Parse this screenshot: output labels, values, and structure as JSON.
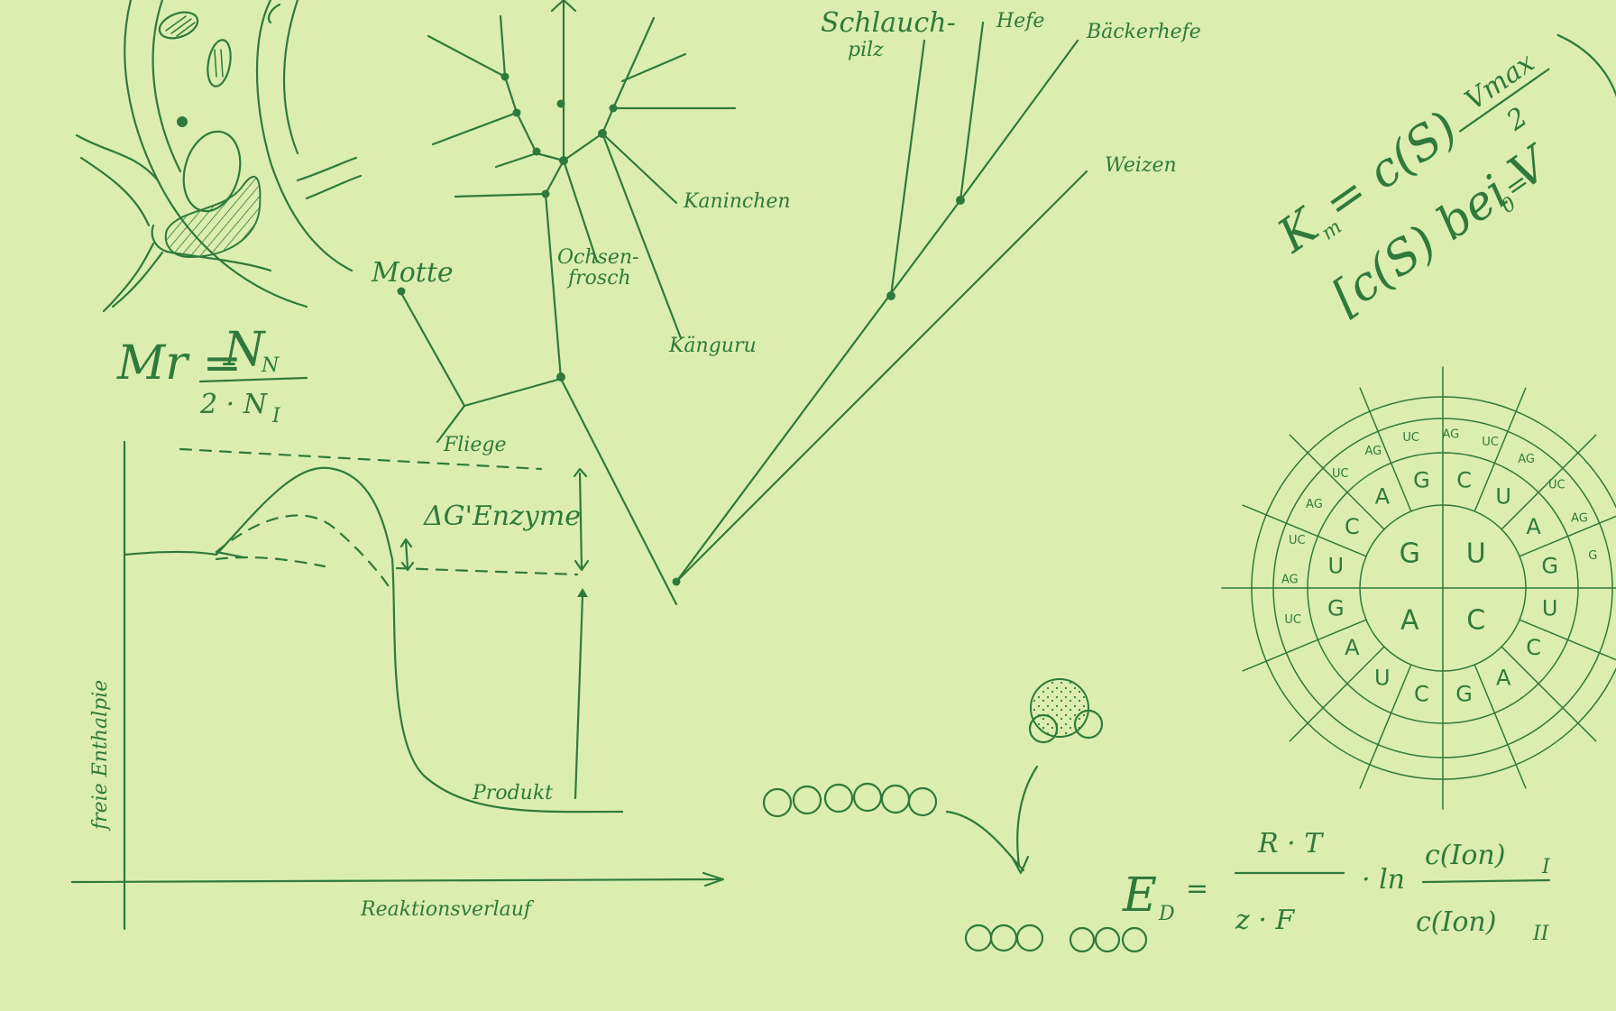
{
  "formulas": {
    "mr": {
      "lhs": "Mr =",
      "numerator": "N",
      "numerator_sub": "N",
      "denominator": "2 · N",
      "denominator_sub": "I"
    },
    "km": {
      "line1": "K",
      "line1_sub": "m",
      "line1_rest": "= c(S)",
      "numerator": "Vmax",
      "denominator": "2",
      "line2": "[c(S) bei V",
      "line2_sub": "0",
      "line2_rest": "="
    },
    "ed": {
      "lhs": "E",
      "lhs_sub": "D",
      "eq": "=",
      "numerator": "R · T",
      "denominator": "z · F",
      "ln": "· ln",
      "ion_num": "c(Ion)",
      "ion_num_sub": "I",
      "ion_den": "c(Ion)",
      "ion_den_sub": "II"
    }
  },
  "tree_labels": {
    "motte": "Motte",
    "fliege": "Fliege",
    "kaninchen": "Kaninchen",
    "ochsenfrosch": [
      "Ochsen-",
      "frosch"
    ],
    "kanguru": "Känguru",
    "schlauchpilz": [
      "Schlauch-",
      "pilz"
    ],
    "hefe": "Hefe",
    "baeckerhefe": "Bäckerhefe",
    "weizen": "Weizen"
  },
  "energy_diagram": {
    "y_axis": "freie Enthalpie",
    "x_axis": "Reaktionsverlauf",
    "delta_g": "ΔG'Enzyme",
    "produkt": "Produkt"
  },
  "codon_sun": {
    "inner": [
      "G",
      "U",
      "A",
      "C"
    ],
    "middle": [
      "U",
      "C",
      "A",
      "G",
      "C",
      "U",
      "A",
      "G",
      "U",
      "C",
      "A",
      "G",
      "C",
      "U",
      "A",
      "G"
    ],
    "outer": [
      "UC",
      "AG",
      "UC",
      "AG",
      "UC",
      "AG",
      "UC",
      "AG",
      "UC",
      "AG",
      "UC",
      "AG",
      "G"
    ]
  },
  "colors": {
    "background": "#dbeeb0",
    "ink": "#2f7a3a"
  }
}
